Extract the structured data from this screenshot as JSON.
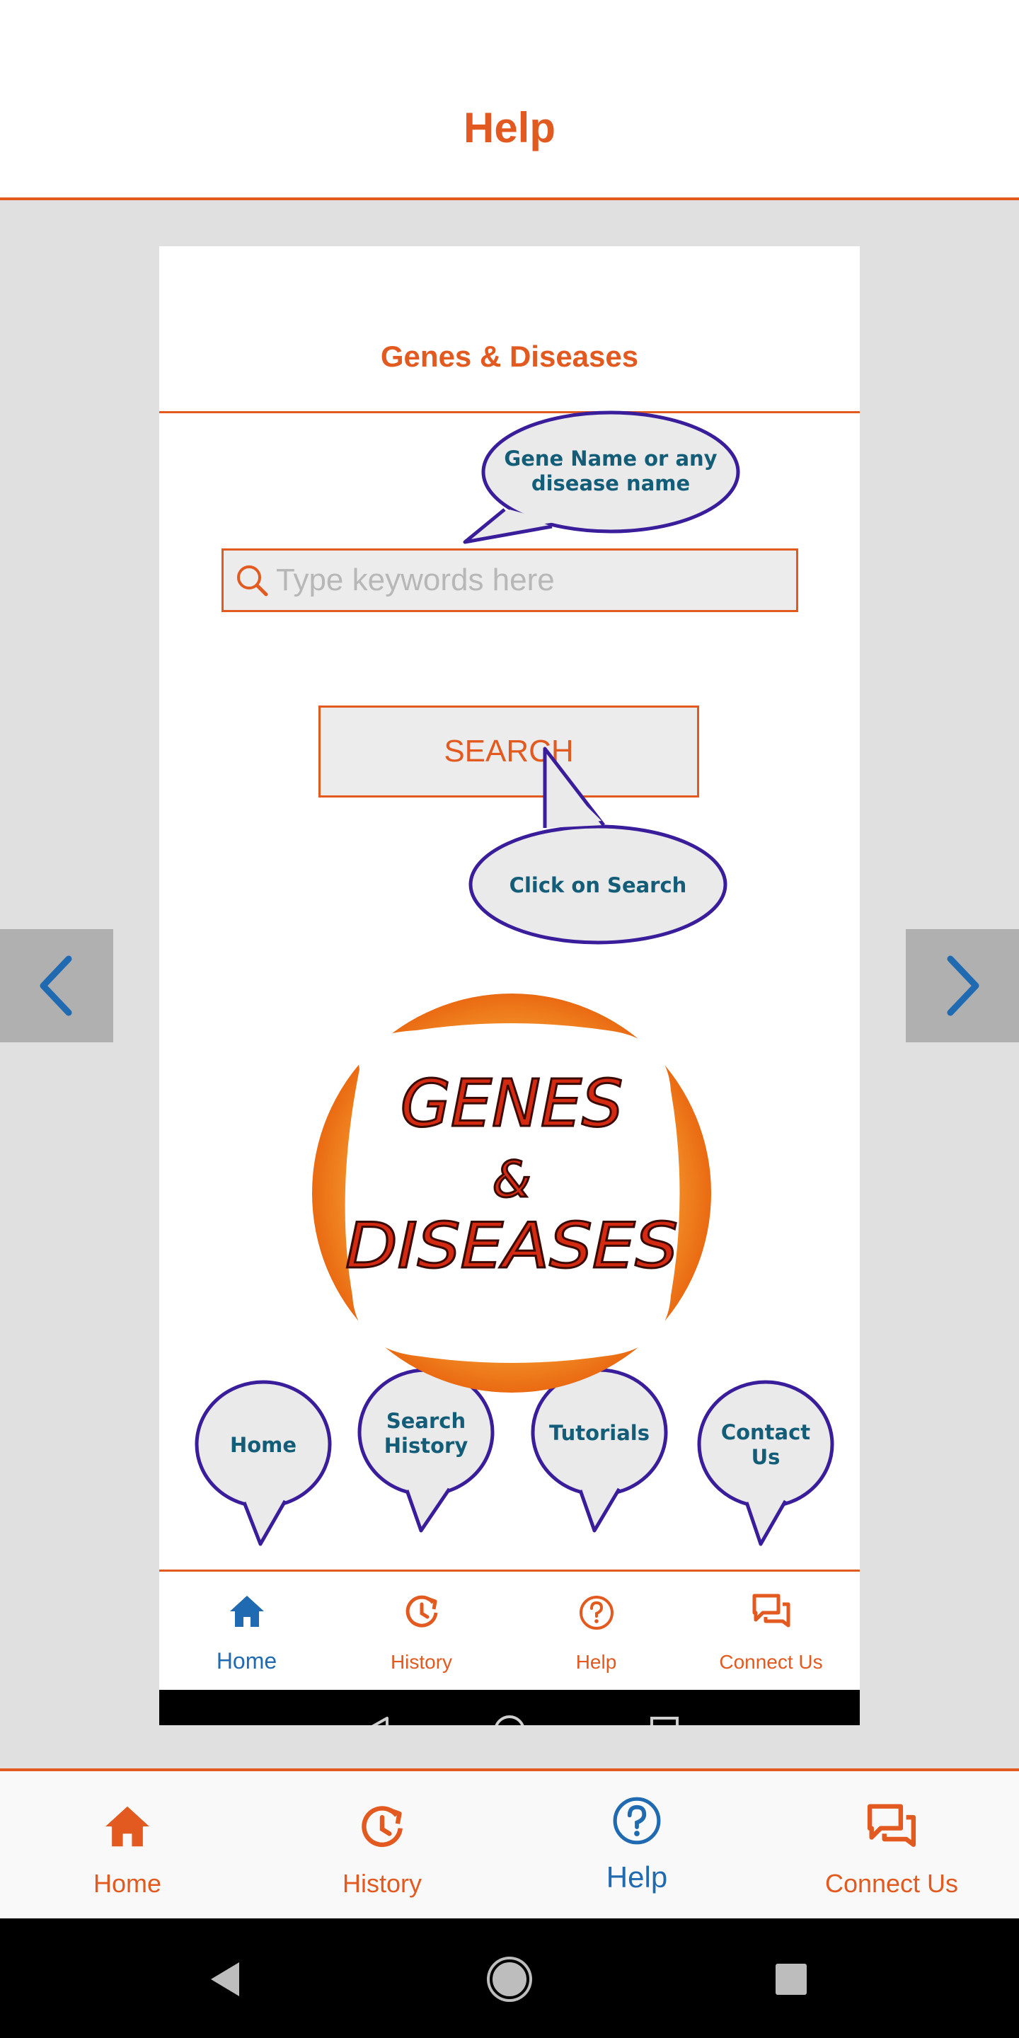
{
  "header": {
    "title": "Help"
  },
  "tutorial": {
    "app_title": "Genes & Diseases",
    "search_placeholder": "Type keywords here",
    "search_button": "SEARCH",
    "callouts": {
      "search_line1": "Gene Name or any",
      "search_line2": "disease name",
      "click_search": "Click on Search",
      "home": "Home",
      "history_line1": "Search",
      "history_line2": "History",
      "tutorials": "Tutorials",
      "contact_line1": "Contact",
      "contact_line2": "Us"
    },
    "logo": {
      "line1": "GENES",
      "line2": "&",
      "line3": "DISEASES"
    },
    "nav": [
      {
        "label": "Home",
        "icon": "home-icon",
        "active": true
      },
      {
        "label": "History",
        "icon": "history-icon",
        "active": false
      },
      {
        "label": "Help",
        "icon": "help-icon",
        "active": false
      },
      {
        "label": "Connect Us",
        "icon": "chat-icon",
        "active": false
      }
    ]
  },
  "bottom_nav": [
    {
      "label": "Home",
      "icon": "home-icon",
      "active": false
    },
    {
      "label": "History",
      "icon": "history-icon",
      "active": false
    },
    {
      "label": "Help",
      "icon": "help-icon",
      "active": true
    },
    {
      "label": "Connect Us",
      "icon": "chat-icon",
      "active": false
    }
  ],
  "colors": {
    "accent": "#e35a21",
    "active": "#1f6ab0",
    "callout_text": "#135d78",
    "callout_border": "#3a1d9a"
  }
}
